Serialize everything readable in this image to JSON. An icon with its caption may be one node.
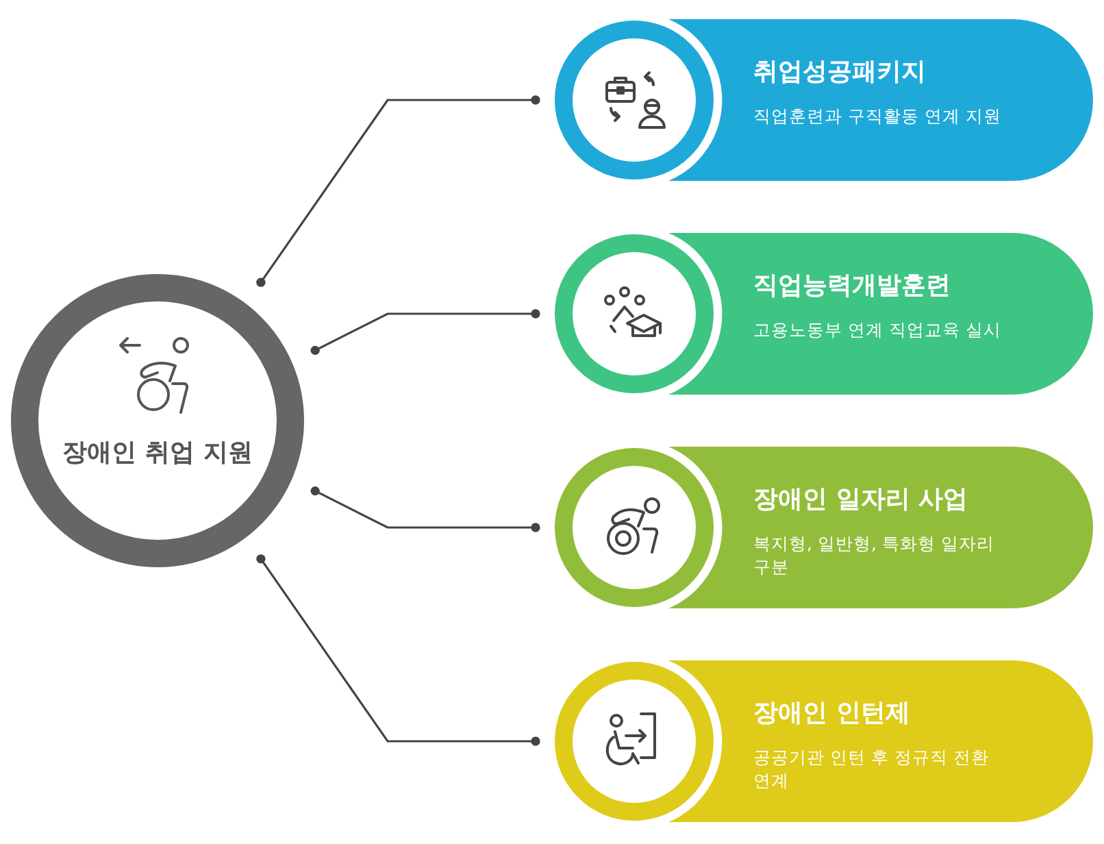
{
  "diagram": {
    "nodes": [
      {
        "text": [
          "장애인 취업 지원"
        ]
      },
      {
        "text": [
          "취업성공패키지",
          "직업훈련과 구직활동 연계 지원"
        ]
      },
      {
        "text": [
          "직업능력개발훈련",
          "고용노동부 연계 직업교육 실시"
        ]
      },
      {
        "text": [
          "장애인 일자리 사업",
          "복지형, 일반형, 특화형 일자리 구분"
        ]
      },
      {
        "text": [
          "장애인 인턴제",
          "공공기관 인턴 후 정규직 전환 연계"
        ]
      }
    ],
    "edges": [
      {
        "from": 0,
        "to": 1,
        "arrow": "other"
      },
      {
        "from": 0,
        "to": 2,
        "arrow": "other"
      },
      {
        "from": 0,
        "to": 3,
        "arrow": "other"
      },
      {
        "from": 0,
        "to": 4,
        "arrow": "other"
      }
    ]
  }
}
